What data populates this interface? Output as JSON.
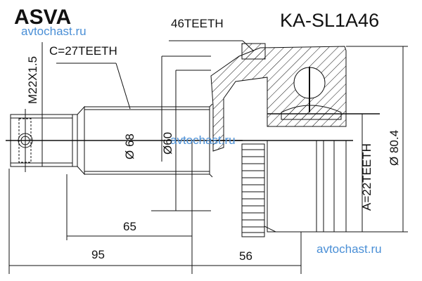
{
  "header": {
    "brand": "ASVA",
    "part_number": "KA-SL1A46"
  },
  "watermark": {
    "text": "avtochast.ru",
    "color": "#4a8fd6"
  },
  "labels": {
    "abs_ring_teeth": "46TEETH",
    "outer_spline_teeth": "C=27TEETH",
    "inner_spline_teeth": "A=22TEETH",
    "thread": "M22X1.5"
  },
  "dimensions": {
    "diameter_68": "Ø 68",
    "diameter_60": "Ø60",
    "diameter_80_4": "Ø 80.4",
    "length_65": "65",
    "length_95": "95",
    "length_56": "56"
  },
  "colors": {
    "line": "#111111",
    "background": "#ffffff"
  }
}
